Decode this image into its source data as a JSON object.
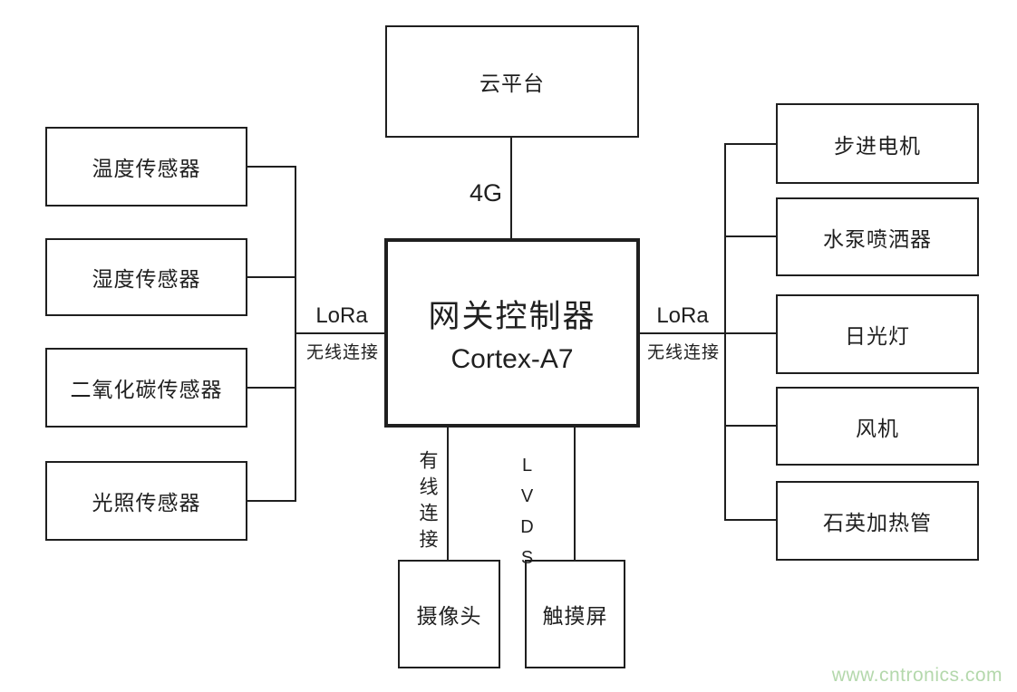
{
  "nodes": {
    "cloud": "云平台",
    "gateway": {
      "title": "网关控制器",
      "subtitle": "Cortex-A7"
    },
    "sensors": [
      "温度传感器",
      "湿度传感器",
      "二氧化碳传感器",
      "光照传感器"
    ],
    "actuators": [
      "步进电机",
      "水泵喷洒器",
      "日光灯",
      "风机",
      "石英加热管"
    ],
    "peripherals": [
      "摄像头",
      "触摸屏"
    ]
  },
  "edges": {
    "cloud_link": "4G",
    "left_link": {
      "protocol": "LoRa",
      "type": "无线连接"
    },
    "right_link": {
      "protocol": "LoRa",
      "type": "无线连接"
    },
    "camera_link": "有线连接",
    "display_link": "LVDS"
  },
  "watermark": "www.cntronics.com",
  "colors": {
    "line": "#1f1f1f",
    "watermark": "#b4d8ac"
  }
}
